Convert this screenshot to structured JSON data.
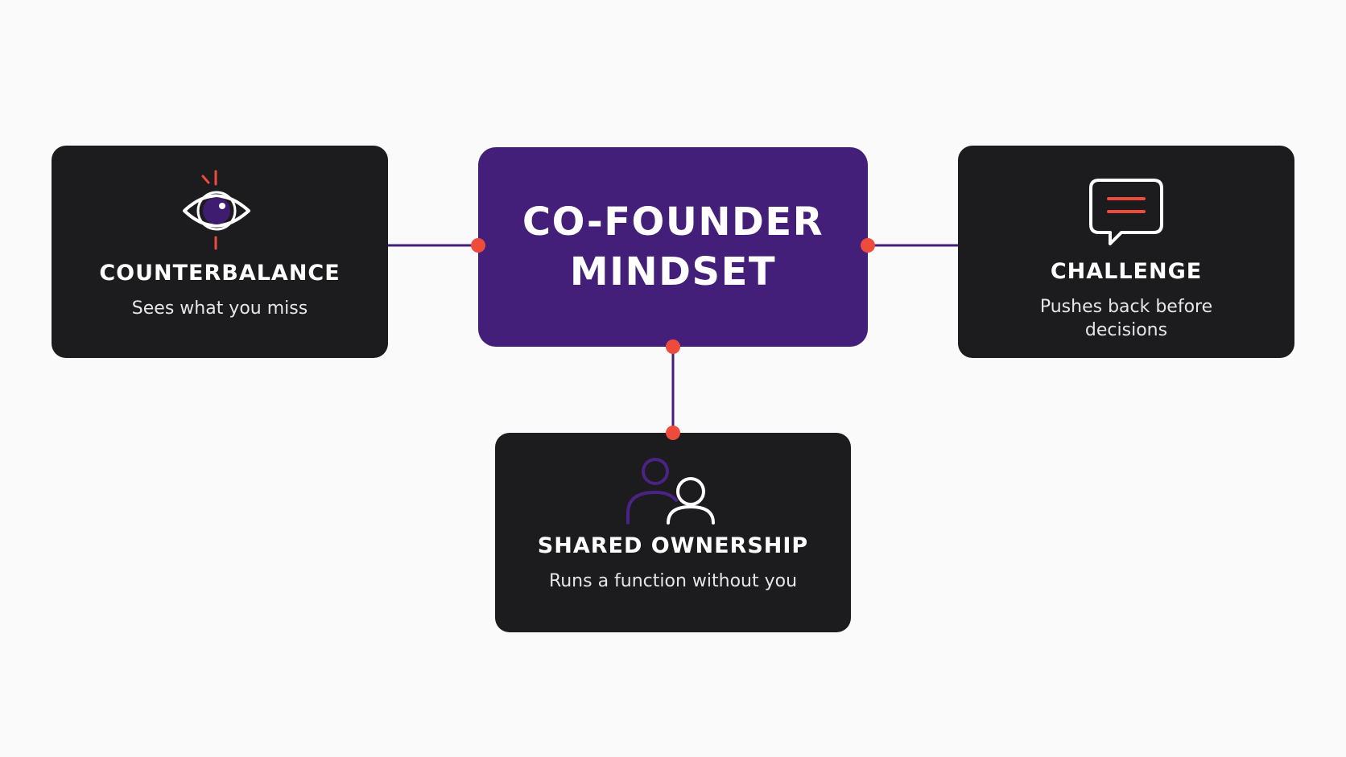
{
  "center": {
    "line1": "CO-FOUNDER",
    "line2": "MINDSET"
  },
  "nodes": {
    "counterbalance": {
      "title": "COUNTERBALANCE",
      "subtitle": "Sees what you miss",
      "icon": "eye-icon"
    },
    "challenge": {
      "title": "CHALLENGE",
      "subtitle": "Pushes back before decisions",
      "icon": "chat-bubble-icon"
    },
    "shared_ownership": {
      "title": "SHARED OWNERSHIP",
      "subtitle": "Runs a function without you",
      "icon": "users-icon"
    }
  },
  "colors": {
    "background": "#fafafa",
    "card": "#1c1b1d",
    "center": "#431f79",
    "connector": "#431f79",
    "dot": "#ef4b3c",
    "text": "#ffffff"
  }
}
